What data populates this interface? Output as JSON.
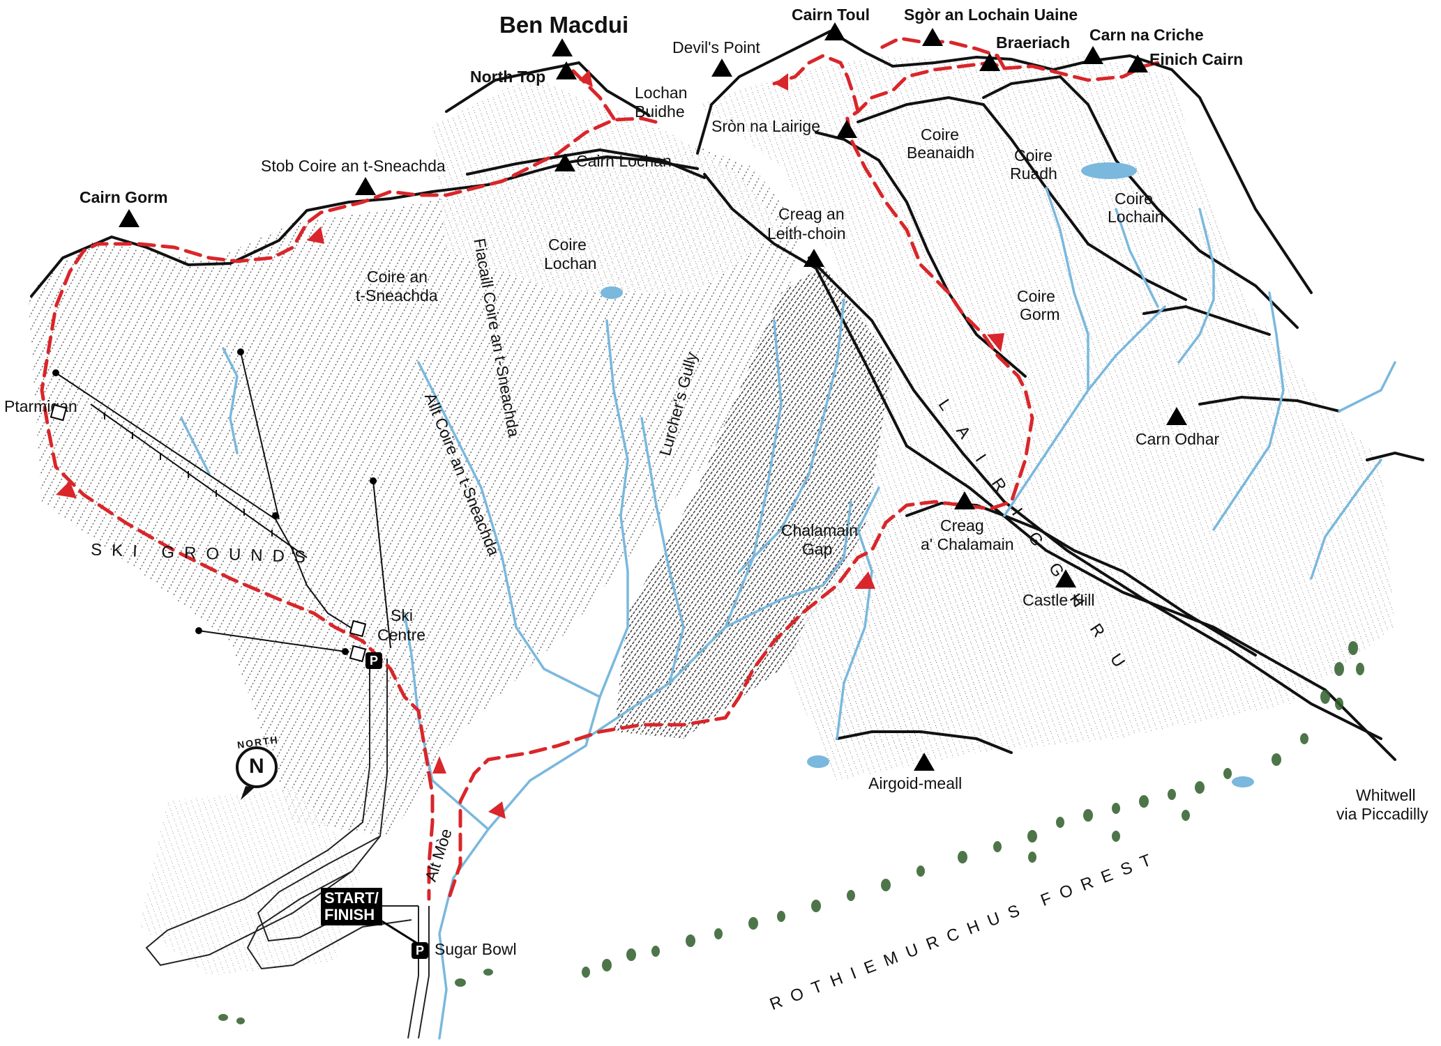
{
  "peaks": {
    "ben_macdui": "Ben Macdui",
    "north_top": "North Top",
    "cairn_toul": "Cairn Toul",
    "sgor_an_lochain_uaine": "Sgòr an Lochain Uaine",
    "braeriach": "Braeriach",
    "carn_na_criche": "Carn na Criche",
    "einich_cairn": "Einich Cairn",
    "devils_point": "Devil's Point",
    "sron_na_lairige": "Sròn na Lairige",
    "cairn_lochan": "Cairn Lochan",
    "stob_coire": "Stob Coire an t-Sneachda",
    "cairn_gorm": "Cairn Gorm",
    "creag_leith_choin": [
      "Creag an",
      "Leith-choin"
    ],
    "carn_odhar": "Carn Odhar",
    "creag_chalamain": [
      "Creag",
      "a' Chalamain"
    ],
    "castle_hill": "Castle Hill",
    "airgoid_meall": "Airgoid-meall"
  },
  "places": {
    "lochan_buidhe": [
      "Lochan",
      "Buidhe"
    ],
    "coire_beanaidh": [
      "Coire",
      "Beanaidh"
    ],
    "coire_ruadh": [
      "Coire",
      "Ruadh"
    ],
    "coire_lochain": [
      "Coire",
      "Lochain"
    ],
    "coire_lochan": [
      "Coire",
      "Lochan"
    ],
    "coire_sneachda": [
      "Coire an",
      "t-Sneachda"
    ],
    "coire_gorm": [
      "Coire",
      "Gorm"
    ],
    "chalamain_gap": [
      "Chalamain",
      "Gap"
    ],
    "ptarmigan": "Ptarmigan",
    "ski_centre": [
      "Ski",
      "Centre"
    ],
    "sugar_bowl": "Sugar Bowl",
    "whitwell": [
      "Whitwell",
      "via Piccadilly"
    ]
  },
  "features": {
    "fiacaill": "Fiacaill Coire an t-Sneachda",
    "allt_coire": "Allt Coire an t-Sneachda",
    "lurchers_gully": "Lurcher's Gully",
    "allt_moe": "Alt Mòe",
    "lairig_ghru": "L A I R I G   G H R U",
    "ski_grounds": "SKI GROUNDS",
    "rothiemurchus": "ROTHIEMURCHUS FOREST"
  },
  "legend": {
    "start_finish": [
      "START/",
      "FINISH"
    ],
    "parking": "P",
    "north": "NORTH",
    "north_letter": "N"
  },
  "colors": {
    "route": "#d9262a",
    "water": "#7ab8dd",
    "ridge": "#111111",
    "trees": "#2f5e2a"
  }
}
